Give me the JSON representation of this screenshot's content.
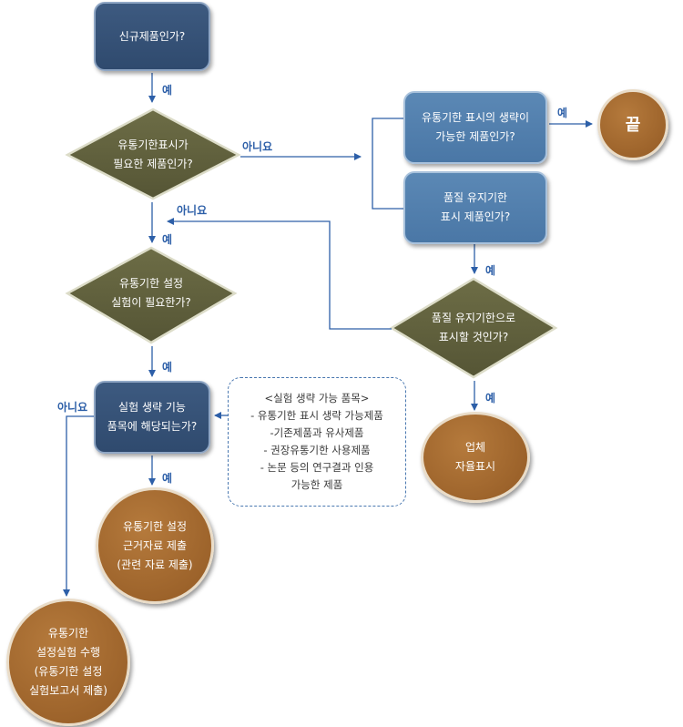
{
  "nodes": {
    "new_product": "신규제품인가?",
    "need_expiry": "유통기한표시가\n필요한 제품인가?",
    "need_test": "유통기한 설정\n실험이 필요한가?",
    "exempt_item": "실험 생략 기능\n품목에 해당되는가?",
    "submit_basis": "유통기한 설정\n근거자료 제출\n(관련 자료 제출)",
    "perform_test": "유통기한\n설정실험 수행\n(유통기한 설정\n실험보고서 제출)",
    "can_omit": "유통기한 표시의 생략이\n가능한 제품인가?",
    "end": "끝",
    "quality_item": "품질 유지기한\n표시 제품인가?",
    "mark_quality": "품질 유지기한으로\n표시할 것인가?",
    "self_label": "업체\n자율표시"
  },
  "labels": {
    "yes": "예",
    "no": "아니요"
  },
  "note": {
    "title": "<실험 생략 가능 품목>",
    "items": [
      "- 유통기한 표시 생략 가능제품",
      "-기존제품과 유사제품",
      "- 권장유통기한 사용제품",
      "- 논문 등의 연구결과 인용",
      "가능한 제품"
    ]
  },
  "colors": {
    "navy_box": "#2f4a6e",
    "blue_box": "#4a77a6",
    "olive_diamond": "#5f5f3c",
    "brown_circle": "#935a24",
    "arrow": "#2d5fa8"
  }
}
